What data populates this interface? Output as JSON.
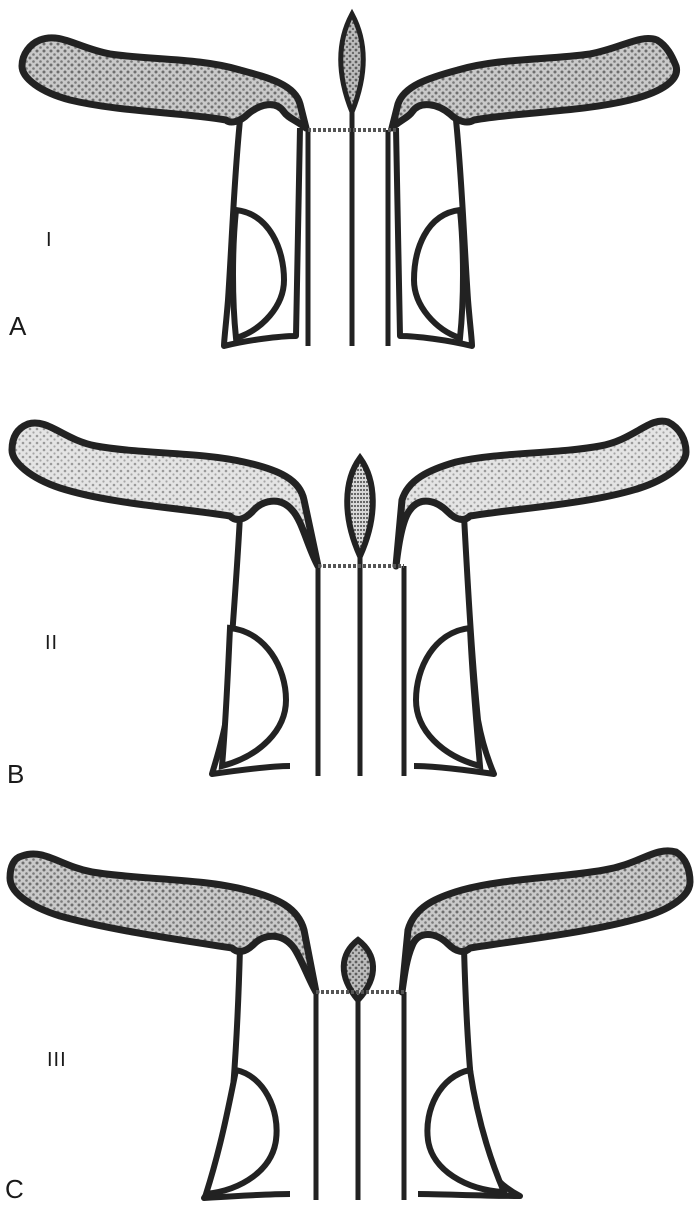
{
  "panels": [
    {
      "letter": "A",
      "grade": "I"
    },
    {
      "letter": "B",
      "grade": "II"
    },
    {
      "letter": "C",
      "grade": "III"
    }
  ],
  "colors": {
    "outline": "#222222",
    "shading": "#8c8c8c",
    "background": "#ffffff"
  }
}
